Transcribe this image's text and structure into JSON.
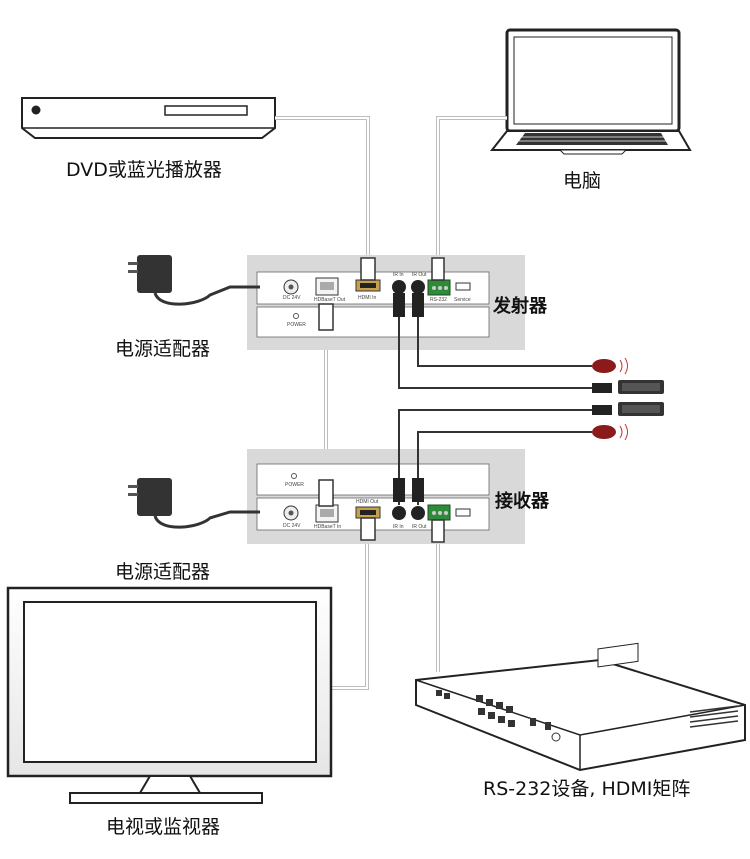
{
  "labels": {
    "dvd_player": "DVD或蓝光播放器",
    "computer": "电脑",
    "power_adapter_top": "电源适配器",
    "power_adapter_bottom": "电源适配器",
    "transmitter": "发射器",
    "receiver": "接收器",
    "display": "电视或监视器",
    "matrix": "RS-232设备, HDMI矩阵"
  },
  "transmitter_ports": {
    "dc": "DC 24V",
    "hdbaset": "HDBaseT Out",
    "hdmi": "HDMI In",
    "ir_in": "IR In",
    "ir_out": "IR Out",
    "rs232": "RS-232",
    "service": "Service",
    "power": "POWER"
  },
  "receiver_ports": {
    "dc": "DC 24V",
    "hdbaset": "HDBaseT In",
    "hdmi": "HDMI Out",
    "ir_in": "IR In",
    "ir_out": "IR Out",
    "power": "POWER"
  },
  "colors": {
    "cable": "#333333",
    "cable_light": "#bbbbbb",
    "device_panel": "#d9d9d9",
    "hdmi_accent": "#c8a04a",
    "rs232_green": "#2e8b3a",
    "ir_red": "#8b1a1a"
  }
}
